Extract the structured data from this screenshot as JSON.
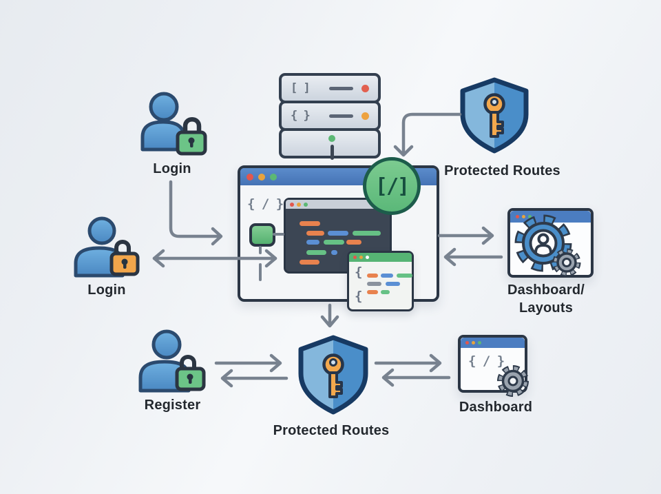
{
  "diagram_title": "Authentication flow diagram: login, register, protected routes, dashboard layouts",
  "colors": {
    "background": "#eef1f5",
    "outline_dark": "#2b3645",
    "arrow_gray": "#78828f",
    "blue_primary": "#4a8ec9",
    "blue_titlebar": "#4b7dc1",
    "green_primary": "#66c185",
    "green_badge_border": "#1d5c4b",
    "orange_primary": "#f2a64b",
    "code_orange": "#e8824e",
    "code_blue": "#5b8fd4",
    "code_green": "#66c185",
    "editor_bg": "#3c4654",
    "server_fill": "#d9dfe7",
    "label_text": "#23282e"
  },
  "icons": [
    "user-icon",
    "lock-icon",
    "server-stack-icon",
    "shield-icon",
    "key-icon",
    "browser-window-icon",
    "code-editor-icon",
    "gear-icon",
    "user-gear-icon",
    "route-badge-icon"
  ],
  "nodes": {
    "login_top": {
      "label": "Login"
    },
    "login_left": {
      "label": "Login"
    },
    "register": {
      "label": "Register"
    },
    "protected_routes_top": {
      "label": "Protected Routes"
    },
    "protected_routes_bottom": {
      "label": "Protected Routes"
    },
    "dashboard_layouts": {
      "label_line1": "Dashboard/",
      "label_line2": "Layouts"
    },
    "dashboard": {
      "label": "Dashboard",
      "code_glyph": "{ / }"
    },
    "server": {
      "rack1_glyph": "[ ]",
      "rack2_glyph": "{ }"
    },
    "browser": {
      "route_glyph": "{ / }",
      "badge_glyph": "[/]",
      "snippet_brace_top": "{",
      "snippet_brace_bottom": "{"
    }
  }
}
